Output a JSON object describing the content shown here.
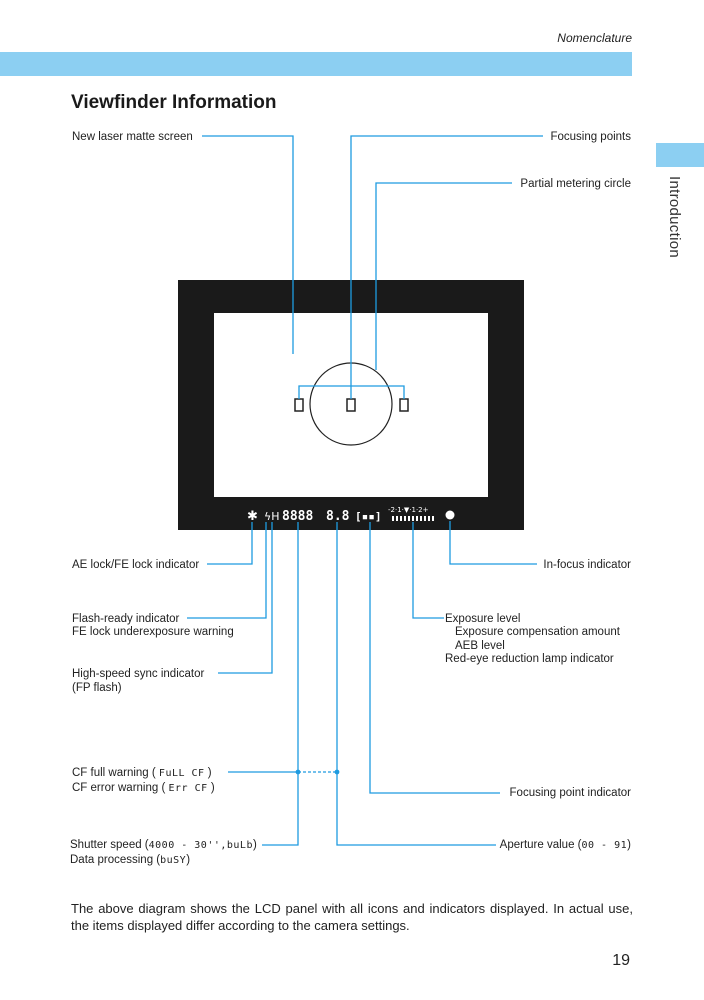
{
  "header": {
    "section": "Nomenclature"
  },
  "title": "Viewfinder Information",
  "side_tab": "Introduction",
  "page_number": "19",
  "colors": {
    "accent": "#8ccff2",
    "line": "#1e9be0",
    "frame": "#1a1a1a"
  },
  "labels": {
    "laser_matte": "New laser matte screen",
    "focusing_points": "Focusing points",
    "partial_metering": "Partial metering circle",
    "ae_lock": "AE lock/FE lock indicator",
    "in_focus": "In-focus indicator",
    "flash_ready": "Flash-ready indicator",
    "fe_lock_under": "FE lock underexposure warning",
    "exposure_level": "Exposure level",
    "exposure_comp": "Exposure compensation amount",
    "aeb_level": "AEB level",
    "red_eye": "Red-eye reduction lamp indicator",
    "high_speed_sync": "High-speed sync indicator",
    "fp_flash": "(FP flash)",
    "cf_full_prefix": "CF full warning (",
    "cf_full_value": "FuLL CF",
    "cf_error_prefix": "CF error warning (",
    "cf_error_value": "Err  CF",
    "close_paren": ")",
    "focus_point_ind": "Focusing point indicator",
    "shutter_prefix": "Shutter speed (",
    "shutter_value": "4000 - 30'',buLb",
    "data_proc_prefix": "Data processing (",
    "data_proc_value": "buSY",
    "aperture_prefix": "Aperture value (",
    "aperture_value": "00 - 91"
  },
  "viewfinder_lcd": {
    "ae_star": "✱",
    "flash": "ϟH",
    "shutter_digits": "8888",
    "aperture_digits": "8.8",
    "fp_indicator": "[▪▪]",
    "scale": "-2·1·▼·1·2+",
    "in_focus_dot": "●"
  },
  "description": "The above diagram shows the LCD panel with all icons and indicators displayed. In actual use, the items displayed differ according to the camera settings."
}
